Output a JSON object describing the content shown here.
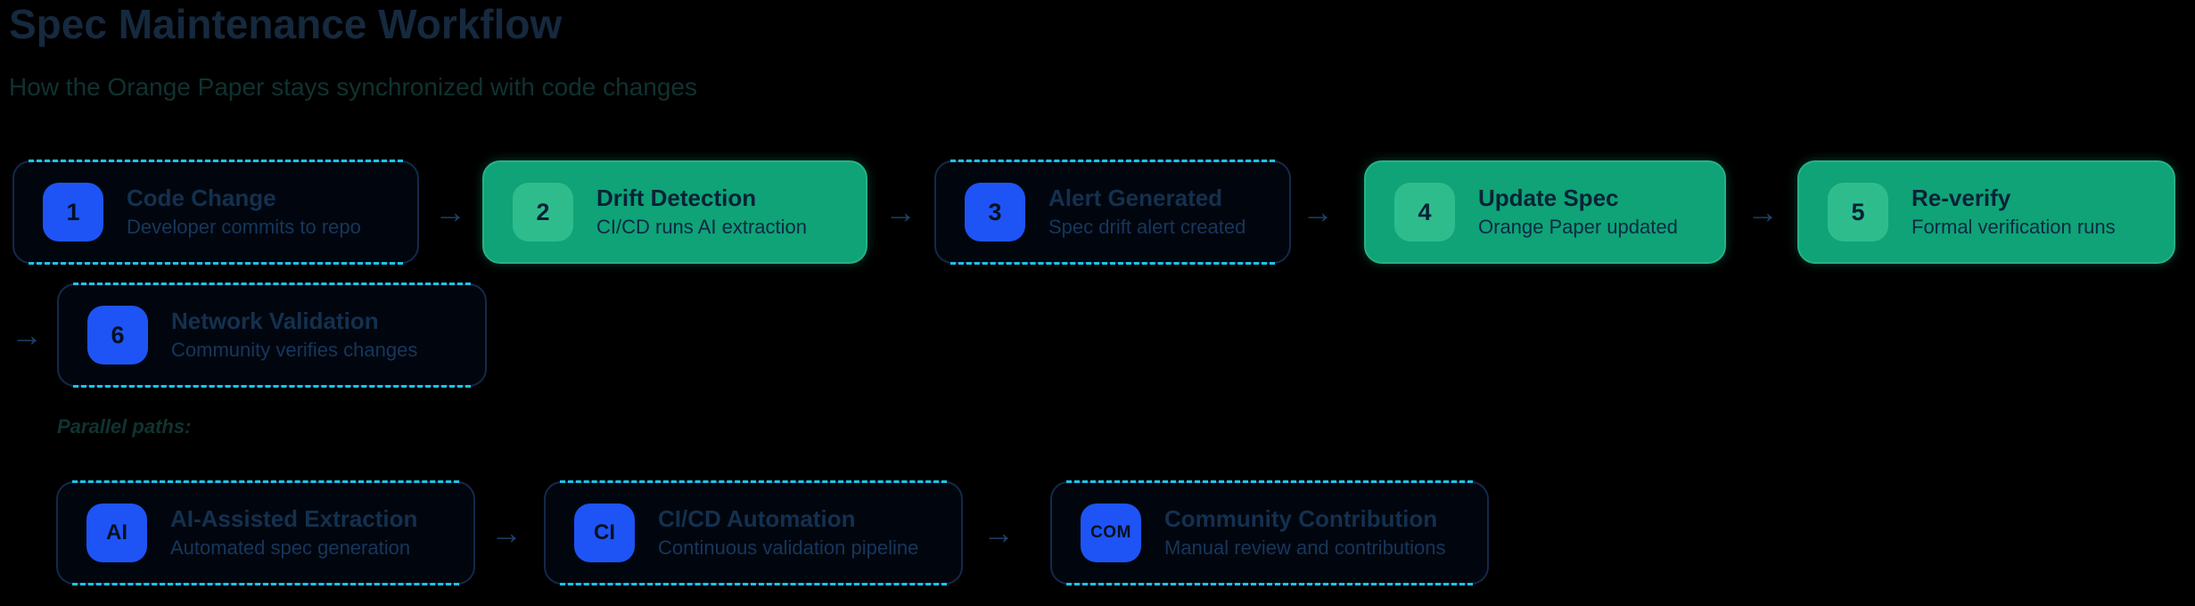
{
  "header": {
    "title": "Spec Maintenance Workflow",
    "subtitle": "How the Orange Paper stays synchronized with code changes"
  },
  "ui": {
    "arrow": "→"
  },
  "colors": {
    "background": "#000000",
    "badge_blue": "#1e54f5",
    "node_green": "#0fa377",
    "badge_green": "#2fbc8d",
    "dash_cyan": "#1ec3e6",
    "border_navy": "#14294a",
    "title_navy": "#15293f"
  },
  "steps": [
    {
      "number": "1",
      "title": "Code Change",
      "description": "Developer commits to repo",
      "style": "dashed"
    },
    {
      "number": "2",
      "title": "Drift Detection",
      "description": "CI/CD runs AI extraction",
      "style": "solid"
    },
    {
      "number": "3",
      "title": "Alert Generated",
      "description": "Spec drift alert created",
      "style": "dashed"
    },
    {
      "number": "4",
      "title": "Update Spec",
      "description": "Orange Paper updated",
      "style": "solid"
    },
    {
      "number": "5",
      "title": "Re-verify",
      "description": "Formal verification runs",
      "style": "solid"
    },
    {
      "number": "6",
      "title": "Network Validation",
      "description": "Community verifies changes",
      "style": "dashed"
    }
  ],
  "parallel": {
    "label": "Parallel paths:",
    "items": [
      {
        "badge": "AI",
        "title": "AI-Assisted Extraction",
        "description": "Automated spec generation"
      },
      {
        "badge": "CI",
        "title": "CI/CD Automation",
        "description": "Continuous validation pipeline"
      },
      {
        "badge": "COM",
        "title": "Community Contribution",
        "description": "Manual review and contributions"
      }
    ]
  }
}
